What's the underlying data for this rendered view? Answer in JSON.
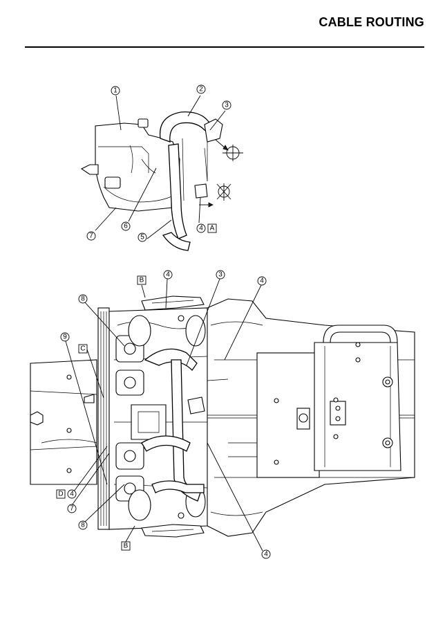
{
  "header": {
    "title": "CABLE ROUTING"
  },
  "callouts": {
    "top": [
      {
        "num": "1"
      },
      {
        "num": "2"
      },
      {
        "num": "3"
      },
      {
        "num": "4"
      },
      {
        "num": "5"
      },
      {
        "num": "6"
      },
      {
        "num": "7"
      }
    ],
    "bottom": [
      {
        "num": "4"
      },
      {
        "num": "3"
      },
      {
        "num": "4"
      },
      {
        "num": "8"
      },
      {
        "num": "9"
      },
      {
        "num": "4"
      },
      {
        "num": "7"
      },
      {
        "num": "8"
      },
      {
        "num": "4"
      }
    ]
  },
  "detail_labels": {
    "a": "A",
    "b_top": "B",
    "c": "C",
    "d": "D",
    "b_bottom": "B"
  }
}
